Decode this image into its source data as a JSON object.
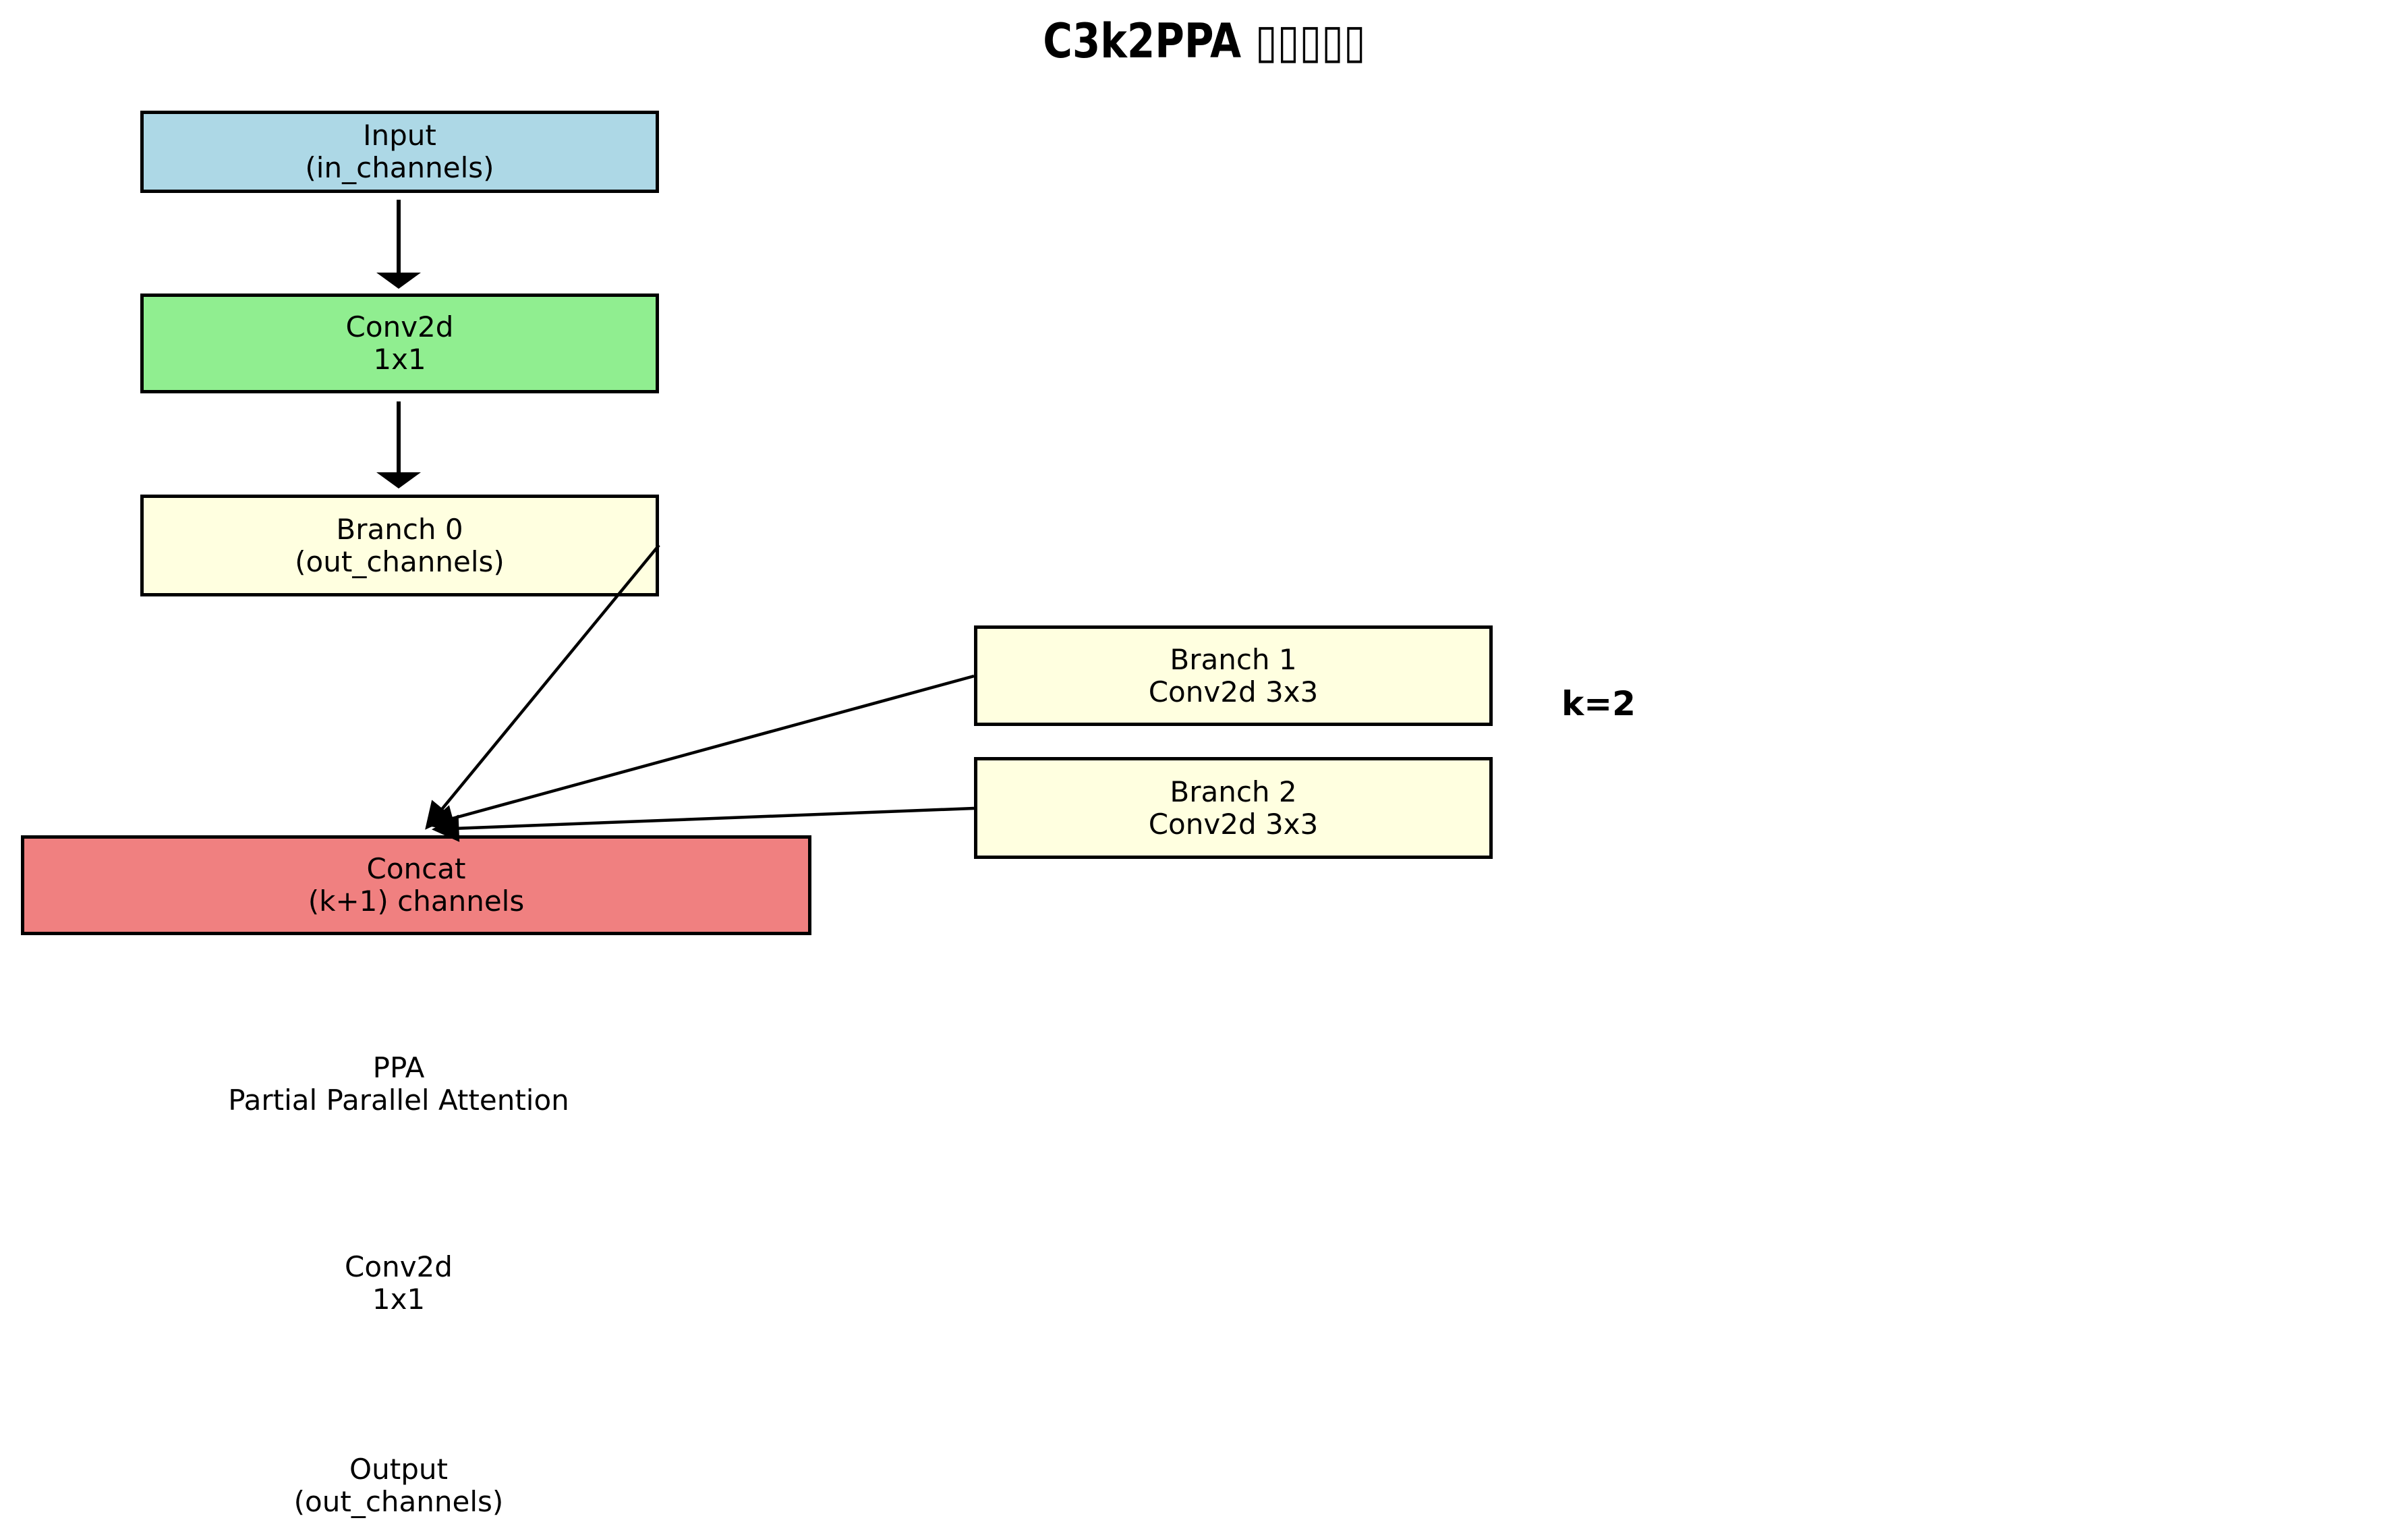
{
  "title": "C3k2PPA ▯▯▯▯▯",
  "k_label": "k=2",
  "nodes": {
    "input": {
      "line1": "Input",
      "line2": "(in_channels)",
      "fill": "#add8e6"
    },
    "conv1": {
      "line1": "Conv2d",
      "line2": "1x1",
      "fill": "#90ee90"
    },
    "branch0": {
      "line1": "Branch 0",
      "line2": "(out_channels)",
      "fill": "#ffffe0"
    },
    "branch1": {
      "line1": "Branch 1",
      "line2": "Conv2d 3x3",
      "fill": "#ffffe0"
    },
    "branch2": {
      "line1": "Branch 2",
      "line2": "Conv2d 3x3",
      "fill": "#ffffe0"
    },
    "concat": {
      "line1": "Concat",
      "line2": "(k+1) channels",
      "fill": "#f08080"
    }
  },
  "annotations": {
    "ppa": {
      "line1": "PPA",
      "line2": "Partial Parallel Attention"
    },
    "conv_final": {
      "line1": "Conv2d",
      "line2": "1x1"
    },
    "output": {
      "line1": "Output",
      "line2": "(out_channels)"
    }
  },
  "colors": {
    "edge": "#000000",
    "input_fill": "#add8e6",
    "conv_fill": "#90ee90",
    "branch_fill": "#ffffe0",
    "concat_fill": "#f08080"
  }
}
